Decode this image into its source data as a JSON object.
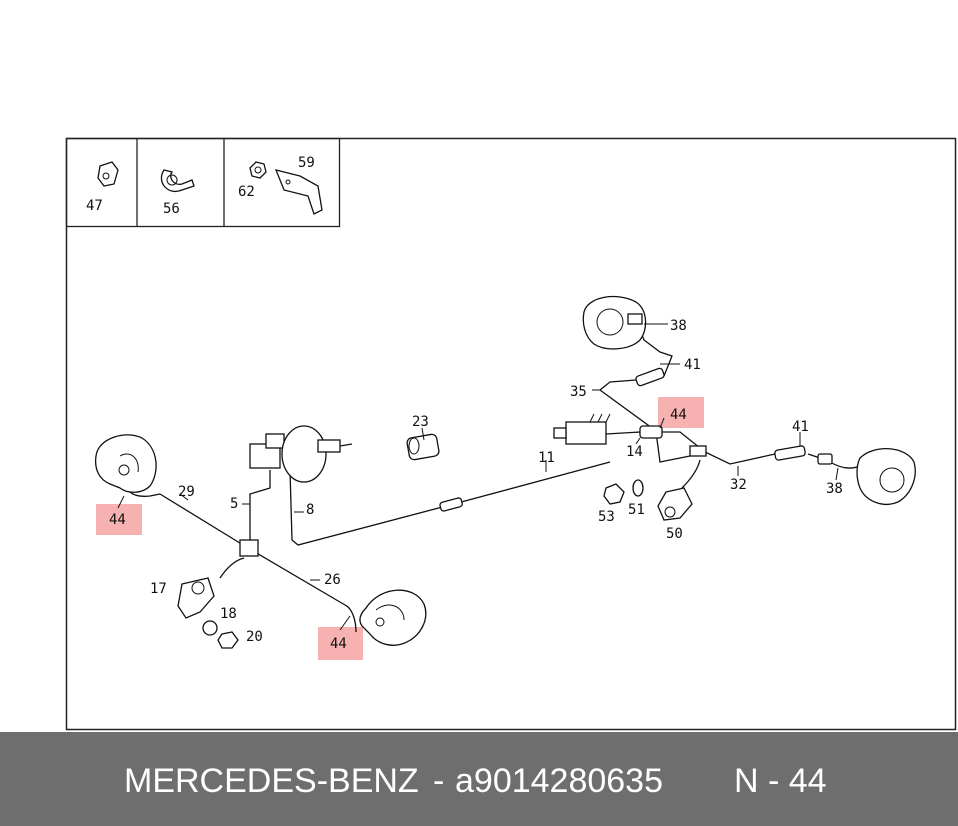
{
  "legend_boxes": [
    {
      "parts": [
        "47"
      ]
    },
    {
      "parts": [
        "56"
      ]
    },
    {
      "parts": [
        "59",
        "62"
      ]
    }
  ],
  "callouts": [
    "44",
    "44",
    "44",
    "38",
    "41",
    "35",
    "14",
    "11",
    "23",
    "8",
    "5",
    "29",
    "26",
    "17",
    "18",
    "20",
    "53",
    "51",
    "50",
    "32",
    "41",
    "38"
  ],
  "footer": {
    "brand": "MERCEDES-BENZ",
    "separator": "-",
    "part_number": "a9014280635",
    "position_code": "N - 44"
  },
  "colors": {
    "highlight": "#f6a3a3",
    "footer_bg": "#6e6e6e",
    "footer_text": "#ffffff"
  }
}
